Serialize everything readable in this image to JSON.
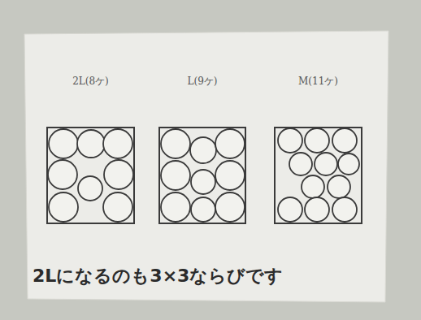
{
  "diagram": {
    "caption": "2Lになるのも3×3ならびです",
    "nodes": [
      {
        "text": [
          "2L(8ケ)"
        ]
      },
      {
        "text": [
          "L(9ケ)"
        ]
      },
      {
        "text": [
          "M(11ケ)"
        ]
      }
    ]
  }
}
